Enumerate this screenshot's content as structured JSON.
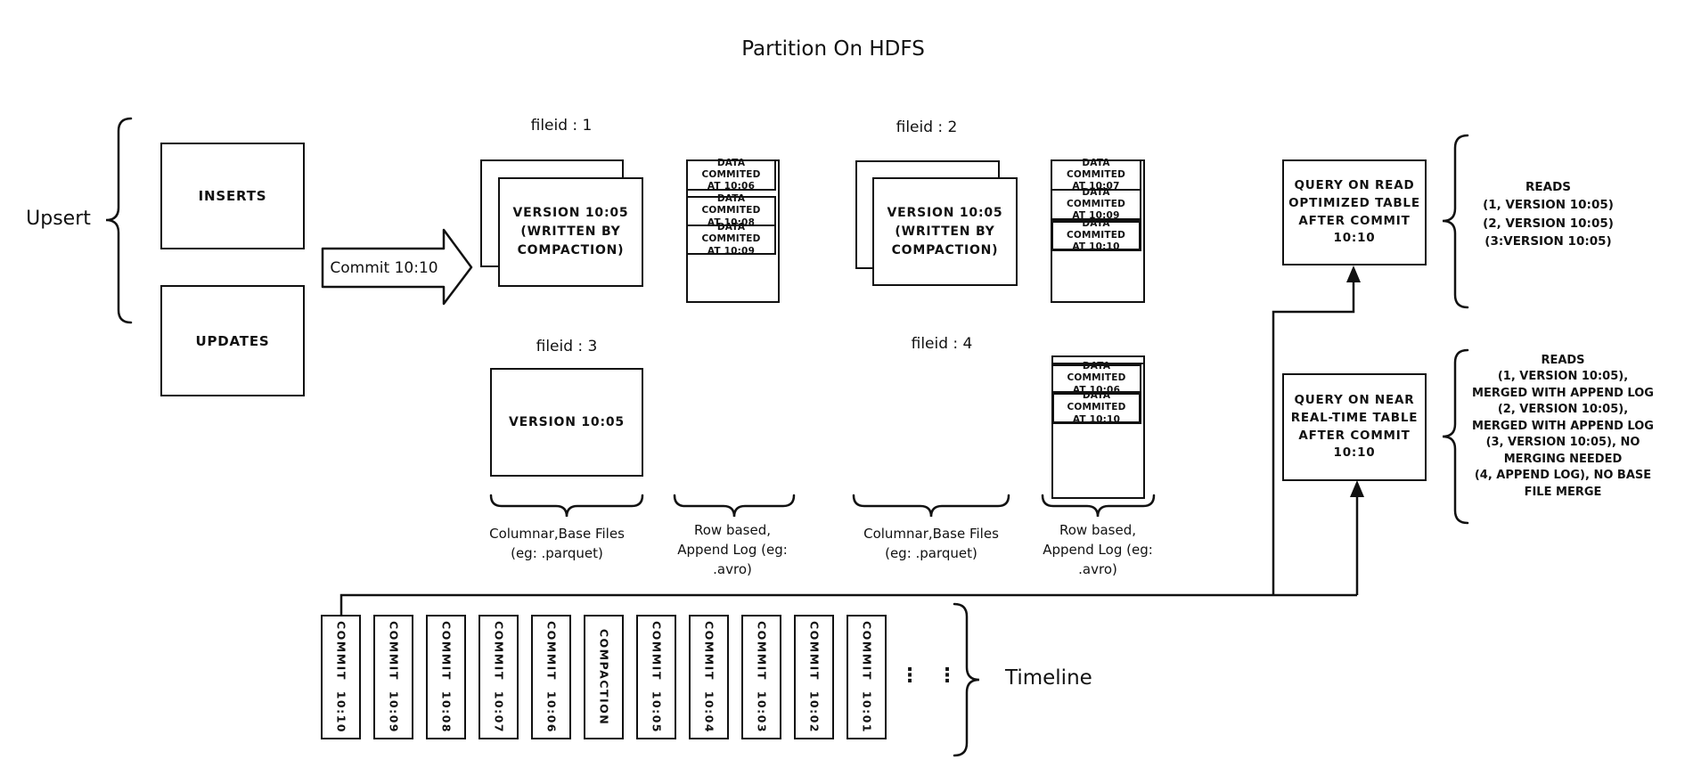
{
  "title": "Partition On HDFS",
  "accent_color": "#111111",
  "upsert": {
    "label": "Upsert",
    "inserts": "INSERTS",
    "updates": "UPDATES"
  },
  "commit_arrow": {
    "label": "Commit 10:10"
  },
  "file_groups": {
    "fg1": {
      "id": "fileid : 1",
      "base": "VERSION 10:05\n(WRITTEN BY\nCOMPACTION)"
    },
    "fg2": {
      "id": "fileid : 2",
      "base": "VERSION 10:05\n(WRITTEN BY\nCOMPACTION)"
    },
    "fg3": {
      "id": "fileid : 3",
      "base": "VERSION 10:05"
    },
    "fg4": {
      "id": "fileid : 4"
    }
  },
  "logs": {
    "fg1": [
      "DATA COMMITED\nAT 10:06",
      "DATA COMMITED\nAT 10:08",
      "DATA COMMITED\nAT 10:09"
    ],
    "fg2": [
      "DATA COMMITED\nAT 10:07",
      "DATA COMMITED\nAT 10:09",
      "DATA COMMITED\nAT 10:10"
    ],
    "fg4": [
      "DATA COMMITED\nAT 10:06",
      "DATA COMMITED\nAT 10:10"
    ]
  },
  "column_labels": {
    "columnar": "Columnar,Base Files\n(eg: .parquet)",
    "row_based": "Row based,\nAppend Log (eg:\n.avro)"
  },
  "queries": {
    "read_optimized": {
      "box": "QUERY ON READ\nOPTIMIZED TABLE\nAFTER COMMIT\n10:10",
      "reads": "READS\n(1, VERSION 10:05)\n(2, VERSION 10:05)\n(3:VERSION 10:05)"
    },
    "near_realtime": {
      "box": "QUERY ON NEAR\nREAL-TIME TABLE\nAFTER COMMIT\n10:10",
      "reads": "READS\n(1, VERSION 10:05),\nMERGED WITH APPEND LOG\n(2, VERSION 10:05),\nMERGED WITH APPEND LOG\n(3, VERSION 10:05), NO\nMERGING NEEDED\n(4, APPEND LOG), NO BASE\nFILE MERGE"
    }
  },
  "timeline": {
    "label": "Timeline",
    "ellipsis": "⋮",
    "items": [
      "COMMIT 10:10",
      "COMMIT 10:09",
      "COMMIT 10:08",
      "COMMIT 10:07",
      "COMMIT 10:06",
      "COMPACTION",
      "COMMIT 10:05",
      "COMMIT 10:04",
      "COMMIT 10:03",
      "COMMIT 10:02",
      "COMMIT 10:01"
    ]
  }
}
